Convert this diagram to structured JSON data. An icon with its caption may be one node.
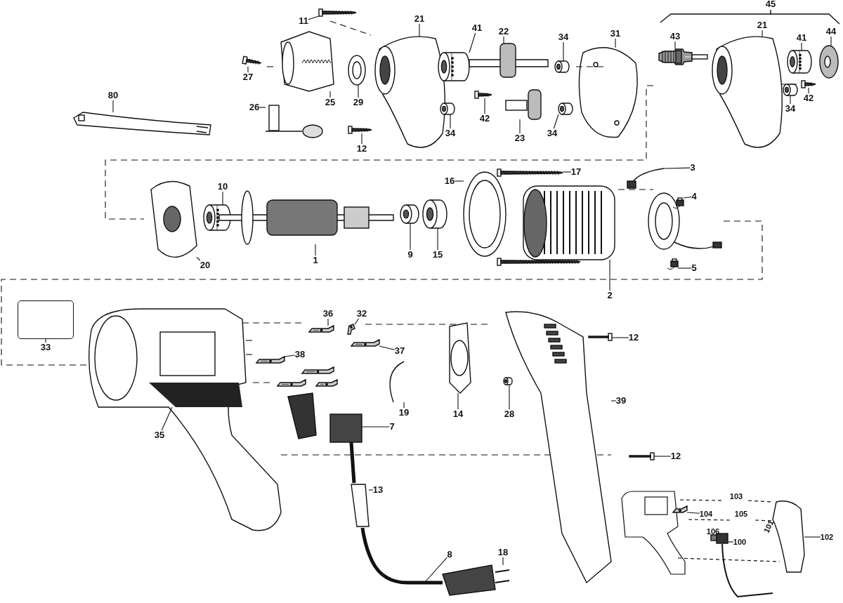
{
  "diagram": {
    "nodes": [
      {
        "text": [
          "11"
        ]
      },
      {
        "text": [
          "21"
        ]
      },
      {
        "text": [
          "41"
        ]
      },
      {
        "text": [
          "22"
        ]
      },
      {
        "text": [
          "34"
        ]
      },
      {
        "text": [
          "31"
        ]
      },
      {
        "text": [
          "43"
        ]
      },
      {
        "text": [
          "21"
        ]
      },
      {
        "text": [
          "41"
        ]
      },
      {
        "text": [
          "44"
        ]
      },
      {
        "text": [
          "27"
        ]
      },
      {
        "text": [
          "80"
        ]
      },
      {
        "text": [
          "25"
        ]
      },
      {
        "text": [
          "29"
        ]
      },
      {
        "text": [
          "26"
        ]
      },
      {
        "text": [
          "42"
        ]
      },
      {
        "text": [
          "34"
        ]
      },
      {
        "text": [
          "23"
        ]
      },
      {
        "text": [
          "34"
        ]
      },
      {
        "text": [
          "12"
        ]
      },
      {
        "text": [
          "34"
        ]
      },
      {
        "text": [
          "42"
        ]
      },
      {
        "text": [
          "17"
        ]
      },
      {
        "text": [
          "3"
        ]
      },
      {
        "text": [
          "16"
        ]
      },
      {
        "text": [
          "10"
        ]
      },
      {
        "text": [
          "4"
        ]
      },
      {
        "text": [
          "20"
        ]
      },
      {
        "text": [
          "1"
        ]
      },
      {
        "text": [
          "9"
        ]
      },
      {
        "text": [
          "15"
        ]
      },
      {
        "text": [
          "5"
        ]
      },
      {
        "text": [
          "2"
        ]
      },
      {
        "text": [],
        "shape": "box"
      },
      {
        "text": [
          "33"
        ]
      },
      {
        "text": [
          "36"
        ]
      },
      {
        "text": [
          "32"
        ]
      },
      {
        "text": [
          "12"
        ]
      },
      {
        "text": [
          "37"
        ]
      },
      {
        "text": [
          "38"
        ]
      },
      {
        "text": [
          "19"
        ]
      },
      {
        "text": [
          "14"
        ]
      },
      {
        "text": [
          "28"
        ]
      },
      {
        "text": [
          "39"
        ]
      },
      {
        "text": [
          "35"
        ]
      },
      {
        "text": [
          "7"
        ]
      },
      {
        "text": [
          "12"
        ]
      },
      {
        "text": [
          "13"
        ]
      },
      {
        "text": [
          "8"
        ]
      },
      {
        "text": [
          "18"
        ]
      },
      {
        "text": [
          "103"
        ]
      },
      {
        "text": [
          "104"
        ]
      },
      {
        "text": [
          "105"
        ]
      },
      {
        "text": [
          "106"
        ]
      },
      {
        "text": [
          "101"
        ]
      },
      {
        "text": [
          "100"
        ]
      },
      {
        "text": [
          "102"
        ]
      },
      {
        "text": [],
        "shape": "picture"
      },
      {
        "text": [],
        "shape": "picture"
      },
      {
        "text": [],
        "shape": "picture"
      },
      {
        "text": [],
        "shape": "picture"
      },
      {
        "text": [],
        "shape": "picture"
      },
      {
        "text": [],
        "shape": "picture"
      },
      {
        "text": [],
        "shape": "picture"
      },
      {
        "text": [],
        "shape": "picture"
      },
      {
        "text": [],
        "shape": "picture"
      },
      {
        "text": [],
        "shape": "picture"
      },
      {
        "text": [],
        "shape": "picture"
      },
      {
        "text": [],
        "shape": "picture"
      },
      {
        "text": [],
        "shape": "picture"
      },
      {
        "text": [],
        "shape": "picture"
      },
      {
        "text": [],
        "shape": "picture"
      },
      {
        "text": [],
        "shape": "picture"
      },
      {
        "text": [],
        "shape": "picture"
      },
      {
        "text": [],
        "shape": "picture"
      },
      {
        "text": [],
        "shape": "picture"
      },
      {
        "text": [],
        "shape": "picture"
      },
      {
        "text": [],
        "shape": "picture"
      },
      {
        "text": [],
        "shape": "picture"
      },
      {
        "text": [],
        "shape": "picture"
      },
      {
        "text": [],
        "shape": "picture"
      },
      {
        "text": [],
        "shape": "picture"
      },
      {
        "text": [],
        "shape": "picture"
      },
      {
        "text": [],
        "shape": "picture"
      },
      {
        "text": [],
        "shape": "picture"
      },
      {
        "text": [],
        "shape": "picture"
      },
      {
        "text": [],
        "shape": "picture"
      },
      {
        "text": [],
        "shape": "picture"
      },
      {
        "text": [],
        "shape": "picture"
      },
      {
        "text": [],
        "shape": "picture"
      },
      {
        "text": [],
        "shape": "picture"
      },
      {
        "text": [],
        "shape": "picture"
      },
      {
        "text": [],
        "shape": "picture"
      },
      {
        "text": [],
        "shape": "picture"
      },
      {
        "text": [],
        "shape": "picture"
      },
      {
        "text": [],
        "shape": "picture"
      },
      {
        "text": [],
        "shape": "picture"
      },
      {
        "text": [],
        "shape": "picture"
      },
      {
        "text": [],
        "shape": "picture"
      },
      {
        "text": [],
        "shape": "picture"
      },
      {
        "text": [],
        "shape": "picture"
      },
      {
        "text": [],
        "shape": "picture"
      },
      {
        "text": [],
        "shape": "picture"
      },
      {
        "text": [],
        "shape": "picture"
      },
      {
        "text": [],
        "shape": "picture"
      },
      {
        "text": [],
        "shape": "picture"
      },
      {
        "text": [],
        "shape": "picture"
      },
      {
        "text": [],
        "shape": "picture"
      }
    ],
    "edges": [
      {
        "from": 0,
        "to": 57,
        "arrow": "none"
      },
      {
        "from": 1,
        "to": 58,
        "arrow": "none"
      },
      {
        "from": 2,
        "to": 59,
        "arrow": "none"
      },
      {
        "from": 3,
        "to": 60,
        "arrow": "none"
      },
      {
        "from": 4,
        "to": 61,
        "arrow": "none"
      },
      {
        "from": 5,
        "to": 62,
        "arrow": "none"
      },
      {
        "from": 6,
        "to": 63,
        "arrow": "none"
      },
      {
        "from": 7,
        "to": 64,
        "arrow": "none"
      },
      {
        "from": 8,
        "to": 65,
        "arrow": "none"
      },
      {
        "from": 9,
        "to": 66,
        "arrow": "none"
      },
      {
        "from": 10,
        "to": 67,
        "arrow": "none"
      },
      {
        "from": 11,
        "to": 68,
        "arrow": "none"
      },
      {
        "from": 12,
        "to": 69,
        "arrow": "none"
      },
      {
        "from": 13,
        "to": 70,
        "arrow": "none"
      },
      {
        "from": 14,
        "to": 71,
        "arrow": "none"
      },
      {
        "from": 15,
        "to": 72,
        "arrow": "none"
      },
      {
        "from": 16,
        "to": 73,
        "arrow": "none"
      },
      {
        "from": 17,
        "to": 74,
        "arrow": "none"
      },
      {
        "from": 18,
        "to": 75,
        "arrow": "none"
      },
      {
        "from": 19,
        "to": 76,
        "arrow": "none"
      },
      {
        "from": 20,
        "to": 77,
        "arrow": "none"
      },
      {
        "from": 21,
        "to": 78,
        "arrow": "none"
      },
      {
        "from": 22,
        "to": 79,
        "arrow": "none"
      },
      {
        "from": 23,
        "to": 80,
        "arrow": "none"
      },
      {
        "from": 24,
        "to": 81,
        "arrow": "none"
      },
      {
        "from": 25,
        "to": 82,
        "arrow": "none"
      },
      {
        "from": 26,
        "to": 83,
        "arrow": "none"
      },
      {
        "from": 27,
        "to": 84,
        "arrow": "none"
      },
      {
        "from": 28,
        "to": 85,
        "arrow": "none"
      },
      {
        "from": 29,
        "to": 86,
        "arrow": "none"
      },
      {
        "from": 30,
        "to": 87,
        "arrow": "none"
      },
      {
        "from": 31,
        "to": 88,
        "arrow": "none"
      },
      {
        "from": 32,
        "to": 89,
        "arrow": "none"
      },
      {
        "from": 34,
        "to": 33,
        "arrow": "none"
      },
      {
        "from": 35,
        "to": 90,
        "arrow": "none"
      },
      {
        "from": 36,
        "to": 91,
        "arrow": "none"
      },
      {
        "from": 37,
        "to": 92,
        "arrow": "none"
      },
      {
        "from": 38,
        "to": 93,
        "arrow": "none"
      },
      {
        "from": 39,
        "to": 94,
        "arrow": "none"
      },
      {
        "from": 40,
        "to": 95,
        "arrow": "none"
      },
      {
        "from": 41,
        "to": 96,
        "arrow": "none"
      },
      {
        "from": 42,
        "to": 97,
        "arrow": "none"
      },
      {
        "from": 43,
        "to": 98,
        "arrow": "none"
      },
      {
        "from": 44,
        "to": 99,
        "arrow": "none"
      },
      {
        "from": 45,
        "to": 100,
        "arrow": "none"
      },
      {
        "from": 46,
        "to": 101,
        "arrow": "none"
      },
      {
        "from": 47,
        "to": 102,
        "arrow": "none"
      },
      {
        "from": 48,
        "to": 103,
        "arrow": "none"
      },
      {
        "from": 49,
        "to": 104,
        "arrow": "none"
      },
      {
        "from": 51,
        "to": 105,
        "arrow": "none"
      },
      {
        "from": 55,
        "to": 106,
        "arrow": "none"
      },
      {
        "from": 56,
        "to": 107,
        "arrow": "none"
      }
    ],
    "labels": [
      "45"
    ]
  }
}
